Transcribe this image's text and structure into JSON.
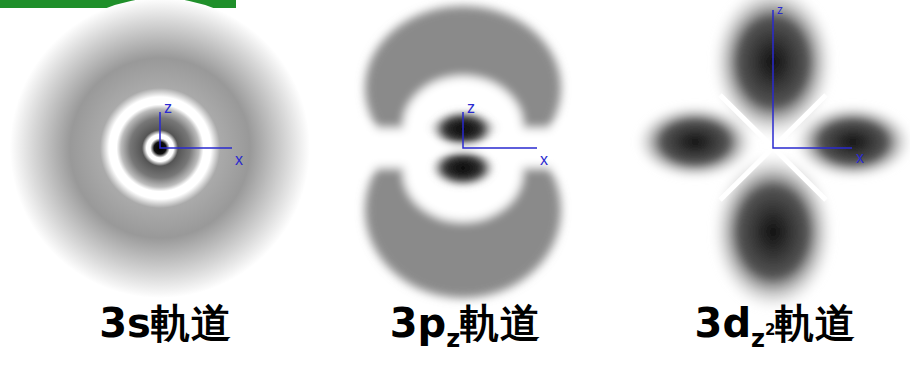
{
  "diagram": {
    "labels": [
      "3s軌道",
      "3p",
      "z",
      "軌道",
      "3d",
      "z",
      "2",
      "軌道",
      "z",
      "x",
      "z",
      "x",
      "z",
      "x"
    ]
  }
}
